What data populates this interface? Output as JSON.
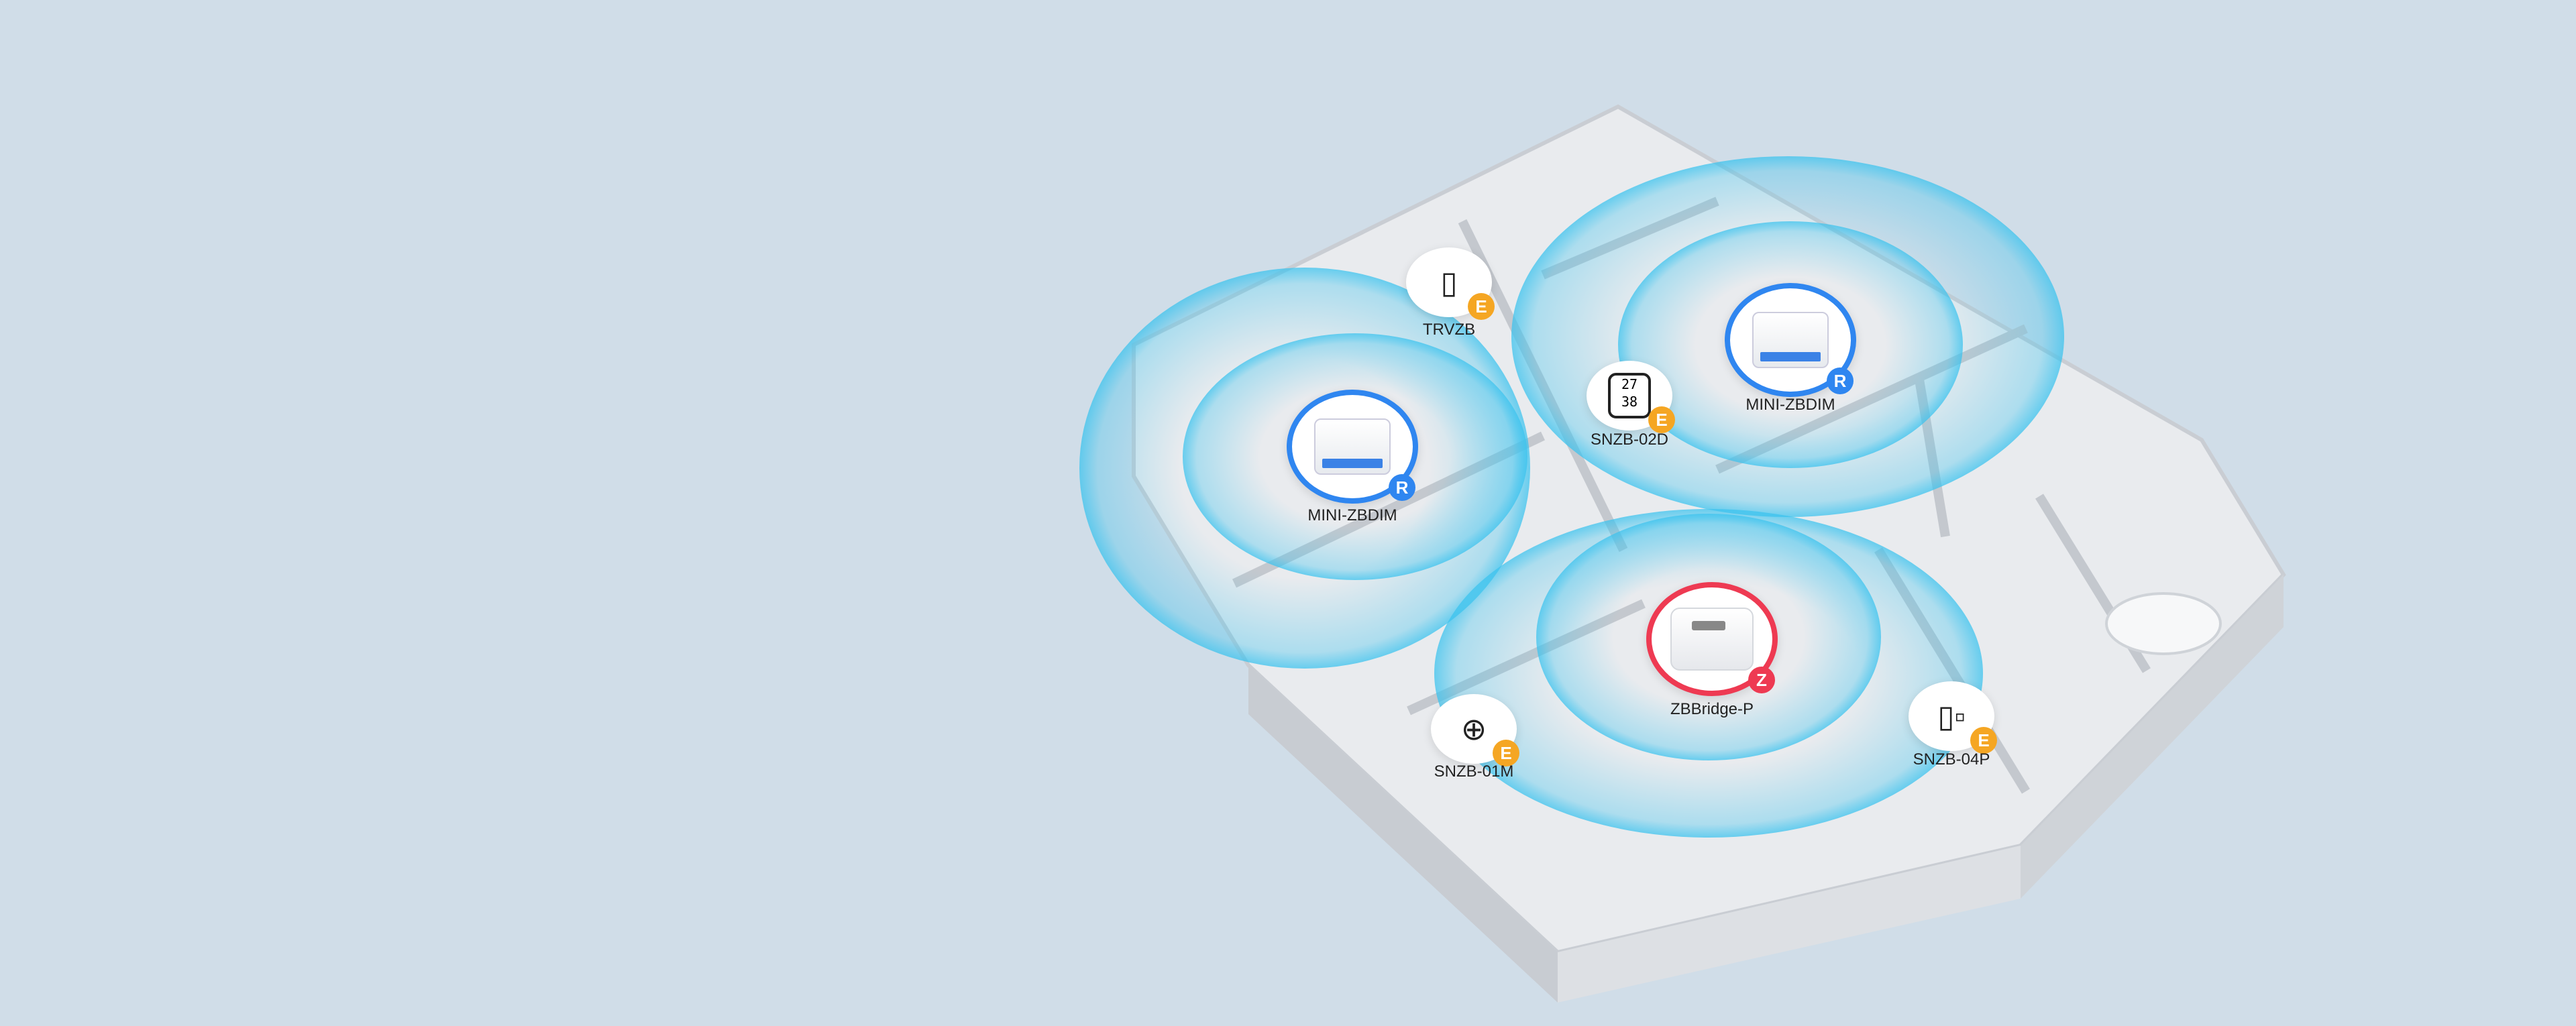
{
  "devices": [
    {
      "id": "trvzb",
      "label": "TRVZB",
      "icon": "radiator-valve-icon",
      "badge": "E",
      "badge_color": "#f5a623"
    },
    {
      "id": "snzb02d",
      "label": "SNZB-02D",
      "icon": "thermometer-display-icon",
      "badge": "E",
      "badge_color": "#f5a623",
      "display": {
        "temp": "27",
        "humidity": "38"
      }
    },
    {
      "id": "mini_left",
      "label": "MINI-ZBDIM",
      "icon": "dimmer-module-icon",
      "badge": "R",
      "badge_color": "#2f86f0"
    },
    {
      "id": "mini_right",
      "label": "MINI-ZBDIM",
      "icon": "dimmer-module-icon",
      "badge": "R",
      "badge_color": "#2f86f0"
    },
    {
      "id": "bridge",
      "label": "ZBBridge-P",
      "icon": "zigbee-bridge-icon",
      "badge": "Z",
      "badge_color": "#ee3a52"
    },
    {
      "id": "snzb01m",
      "label": "SNZB-01M",
      "icon": "button-icon",
      "badge": "E",
      "badge_color": "#f5a623"
    },
    {
      "id": "snzb04p",
      "label": "SNZB-04P",
      "icon": "door-sensor-icon",
      "badge": "E",
      "badge_color": "#f5a623"
    }
  ],
  "colors": {
    "background": "#d0dde8",
    "signal": "#3cc3ee",
    "router_ring": "#2f86f0",
    "coordinator_ring": "#ee3a52",
    "end_device_badge": "#f5a623"
  }
}
